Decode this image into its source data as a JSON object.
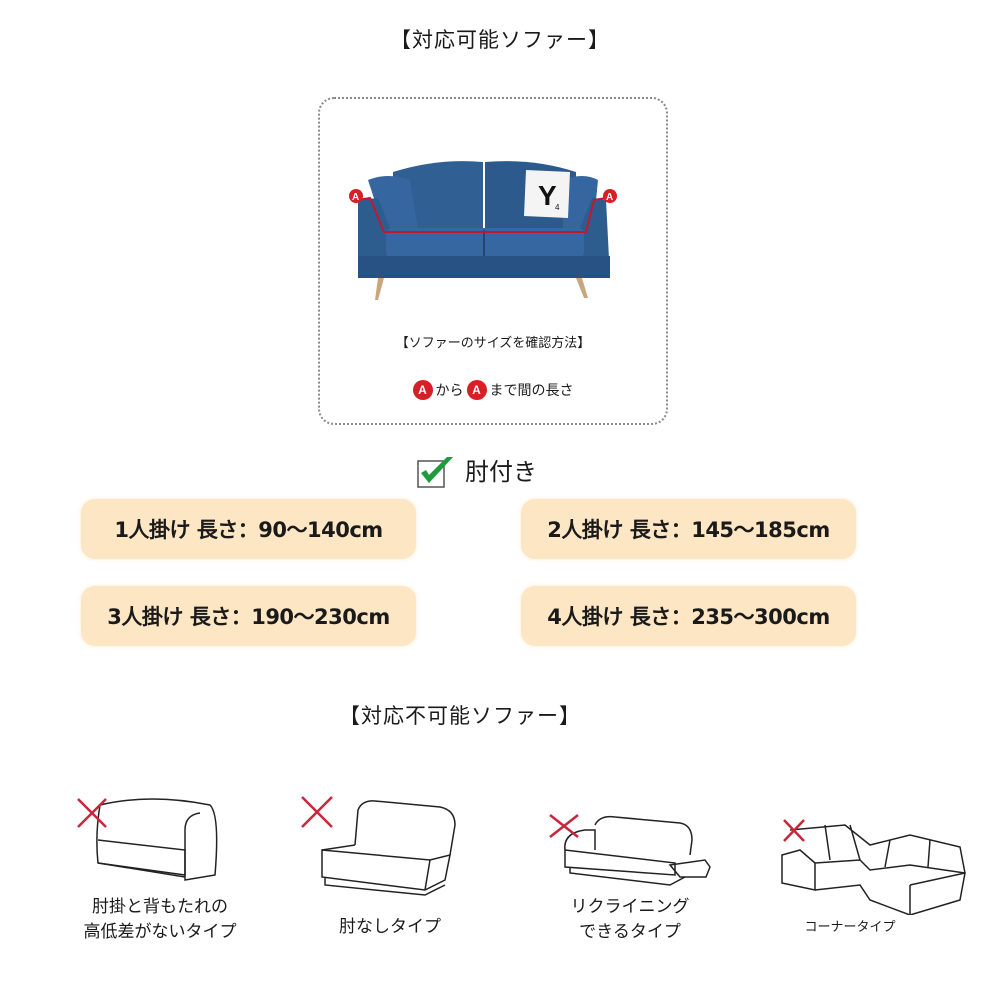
{
  "compatible_section": {
    "title": "【対応可能ソファー】",
    "measure_title": "【ソファーのサイズを確認方法】",
    "measure_point_label": "A",
    "measure_from_text": "から",
    "measure_to_text": "まで間の長さ",
    "pillow_letter": "Y",
    "pillow_subscript": "4"
  },
  "armrest": {
    "label": "肘付き",
    "check_color": "#1e9b3c"
  },
  "sizes": [
    {
      "label": "1人掛け 長さ：90〜140cm"
    },
    {
      "label": "2人掛け 長さ：145〜185cm"
    },
    {
      "label": "3人掛け 長さ：190〜230cm"
    },
    {
      "label": "4人掛け 長さ：235〜300cm"
    }
  ],
  "incompatible_section": {
    "title": "【対応不可能ソファー】",
    "types": [
      {
        "line1": "肘掛と背もたれの",
        "line2": "高低差がないタイプ"
      },
      {
        "line1": "肘なしタイプ",
        "line2": ""
      },
      {
        "line1": "リクライニング",
        "line2": "できるタイプ"
      },
      {
        "line1": "コーナータイプ",
        "line2": ""
      }
    ]
  },
  "colors": {
    "pill_bg": "#fde6c4",
    "badge_red": "#d71f26",
    "sofa_blue": "#2f5f93",
    "cross_red": "#c8273a"
  }
}
